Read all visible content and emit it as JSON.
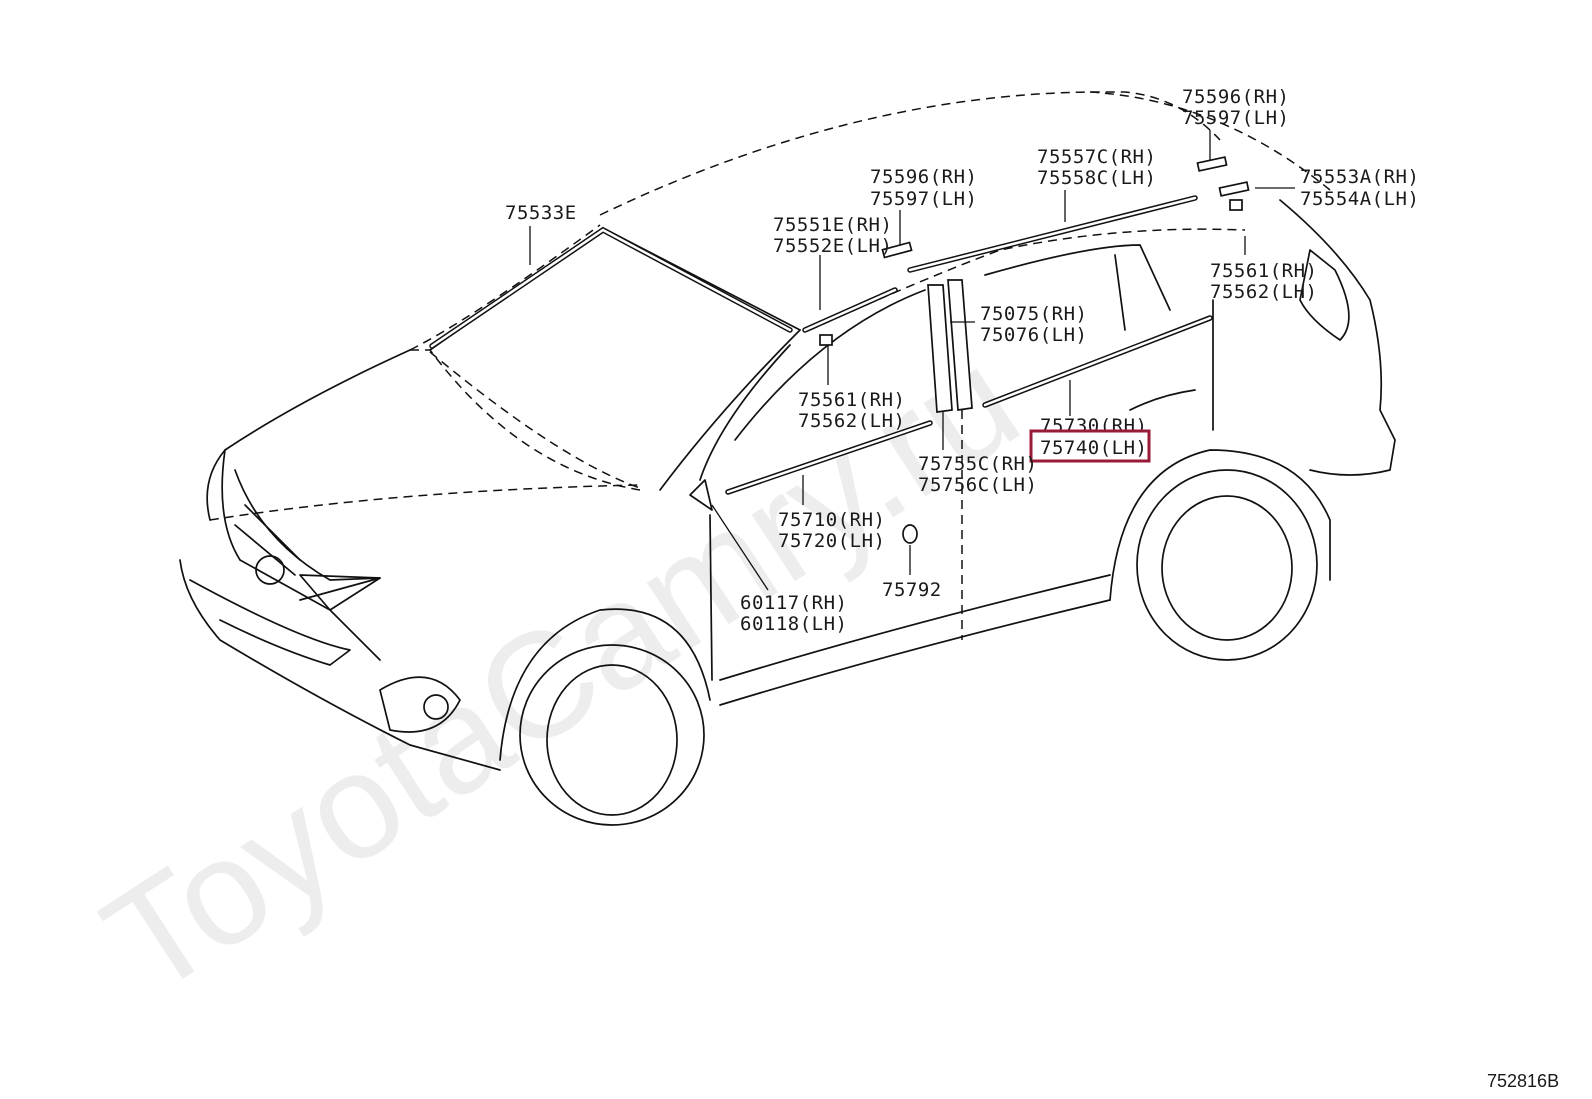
{
  "watermark": "ToyotaCamry.ru",
  "diagram_code": "752816B",
  "highlight_color": "#9a1a3a",
  "callouts": [
    {
      "id": "c-75596",
      "lines": [
        "75596(RH)",
        "75597(LH)"
      ]
    },
    {
      "id": "c-75557",
      "lines": [
        "75557C(RH)",
        "75558C(LH)"
      ]
    },
    {
      "id": "c-75553",
      "lines": [
        "75553A(RH)",
        "75554A(LH)"
      ]
    },
    {
      "id": "c-75596b",
      "lines": [
        "75596(RH)",
        "75597(LH)"
      ]
    },
    {
      "id": "c-75533",
      "lines": [
        "75533E"
      ]
    },
    {
      "id": "c-75551",
      "lines": [
        "75551E(RH)",
        "75552E(LH)"
      ]
    },
    {
      "id": "c-75561r",
      "lines": [
        "75561(RH)",
        "75562(LH)"
      ]
    },
    {
      "id": "c-75075",
      "lines": [
        "75075(RH)",
        "75076(LH)"
      ]
    },
    {
      "id": "c-75561f",
      "lines": [
        "75561(RH)",
        "75562(LH)"
      ]
    },
    {
      "id": "c-75730",
      "lines": [
        "75730(RH)",
        "75740(LH)"
      ]
    },
    {
      "id": "c-75755",
      "lines": [
        "75755C(RH)",
        "75756C(LH)"
      ]
    },
    {
      "id": "c-75710",
      "lines": [
        "75710(RH)",
        "75720(LH)"
      ]
    },
    {
      "id": "c-60117",
      "lines": [
        "60117(RH)",
        "60118(LH)"
      ]
    },
    {
      "id": "c-75792",
      "lines": [
        "75792"
      ]
    }
  ]
}
